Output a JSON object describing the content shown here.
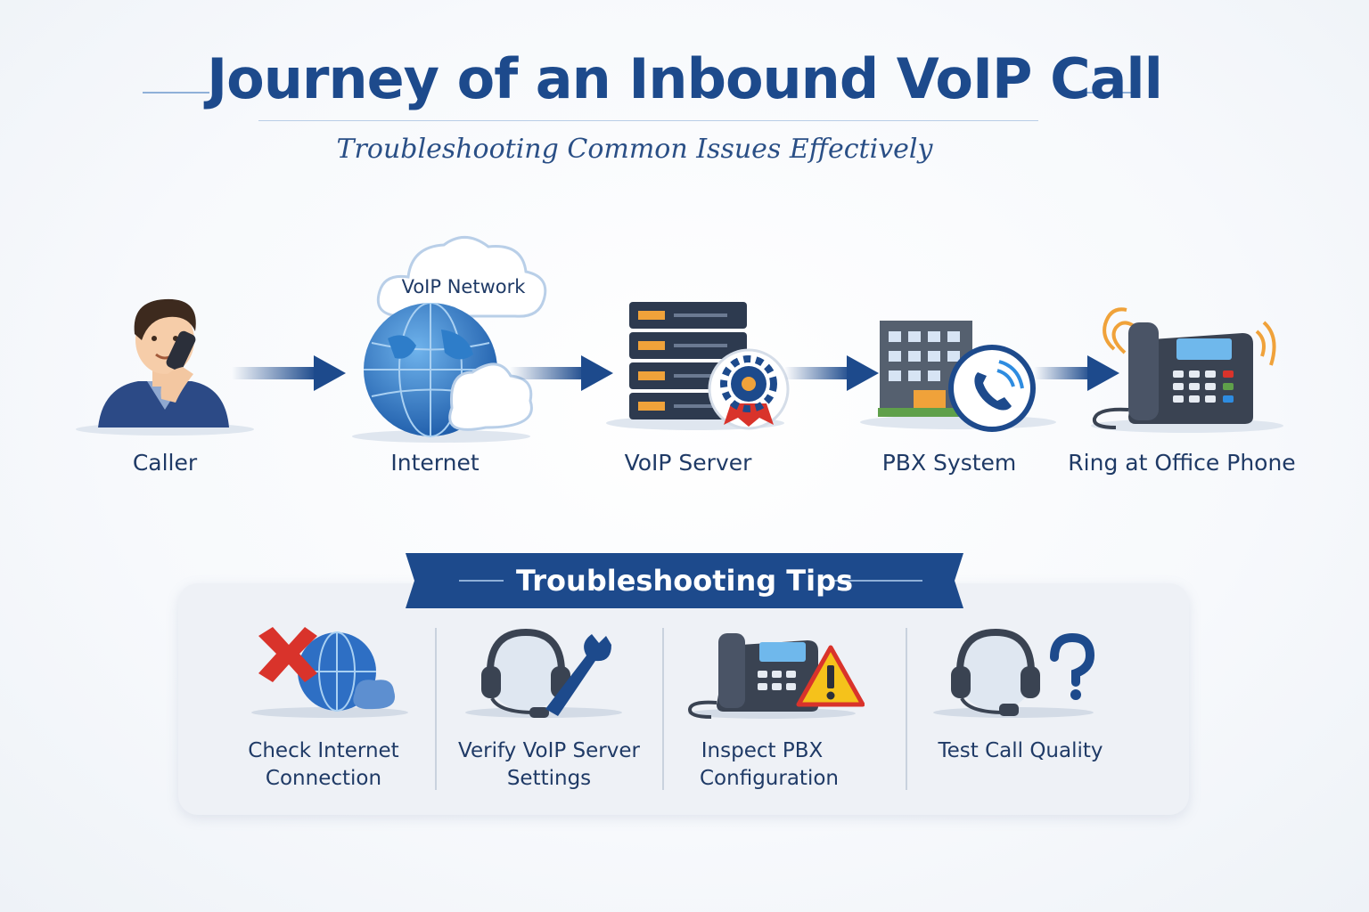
{
  "title": "Journey of an Inbound VoIP Call",
  "subtitle": "Troubleshooting Common Issues Effectively",
  "flow": {
    "stages": [
      {
        "label": "Caller"
      },
      {
        "label": "Internet"
      },
      {
        "label": "VoIP Server"
      },
      {
        "label": "PBX System"
      },
      {
        "label": "Ring at Office Phone"
      }
    ],
    "cloud_label": "VoIP Network"
  },
  "tips": {
    "heading": "Troubleshooting Tips",
    "items": [
      {
        "line1": "Check Internet",
        "line2": "Connection"
      },
      {
        "line1": "Verify VoIP Server",
        "line2": "Settings"
      },
      {
        "line1": "Inspect PBX",
        "line2": "Configuration"
      },
      {
        "line1": "Test Call Quality",
        "line2": ""
      }
    ]
  },
  "colors": {
    "primary": "#1d4a8c",
    "accent_orange": "#f0a23a",
    "error_red": "#d9332b",
    "warning_yellow": "#f5c21b"
  }
}
